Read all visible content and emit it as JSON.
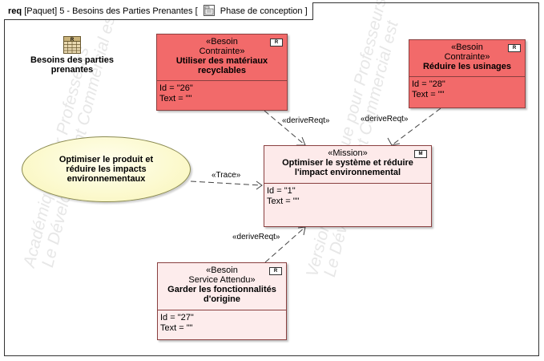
{
  "frame": {
    "kind": "req",
    "package": "[Paquet]",
    "name": "5 - Besoins des Parties Prenantes [",
    "context": "Phase de conception",
    "close": "]"
  },
  "watermark": {
    "line1": "Académique pour Professeurs",
    "line2": "Le Développement Commercial est",
    "line3": "Version Académique pour Professeurs",
    "line4": "Le Développement Commercial est"
  },
  "package_element": {
    "icon": "requirement-table-icon",
    "label": "Besoins des parties prenantes"
  },
  "use_case": {
    "label": "Optimiser le produit et réduire les impacts environnementaux"
  },
  "requirements": [
    {
      "stereo1": "«Besoin",
      "stereo2": "Contrainte»",
      "title": "Utiliser des matériaux recyclables",
      "id": "Id = \"26\"",
      "text": "Text = \"\"",
      "color": "#f26a6a"
    },
    {
      "stereo1": "«Besoin",
      "stereo2": "Contrainte»",
      "title": "Réduire les usinages",
      "id": "Id = \"28\"",
      "text": "Text = \"\"",
      "color": "#f26a6a"
    },
    {
      "stereo1": "«Mission»",
      "title": "Optimiser le système et réduire l'impact environnemental",
      "id": "Id = \"1\"",
      "text": "Text = \"\"",
      "color": "#fdeaea"
    },
    {
      "stereo1": "«Besoin",
      "stereo2": "Service Attendu»",
      "title": "Garder les fonctionnalités d'origine",
      "id": "Id = \"27\"",
      "text": "Text = \"\"",
      "color": "#fdecec"
    }
  ],
  "relations": {
    "derive1": "«deriveReqt»",
    "derive2": "«deriveReqt»",
    "derive3": "«deriveReqt»",
    "trace": "«Trace»"
  }
}
